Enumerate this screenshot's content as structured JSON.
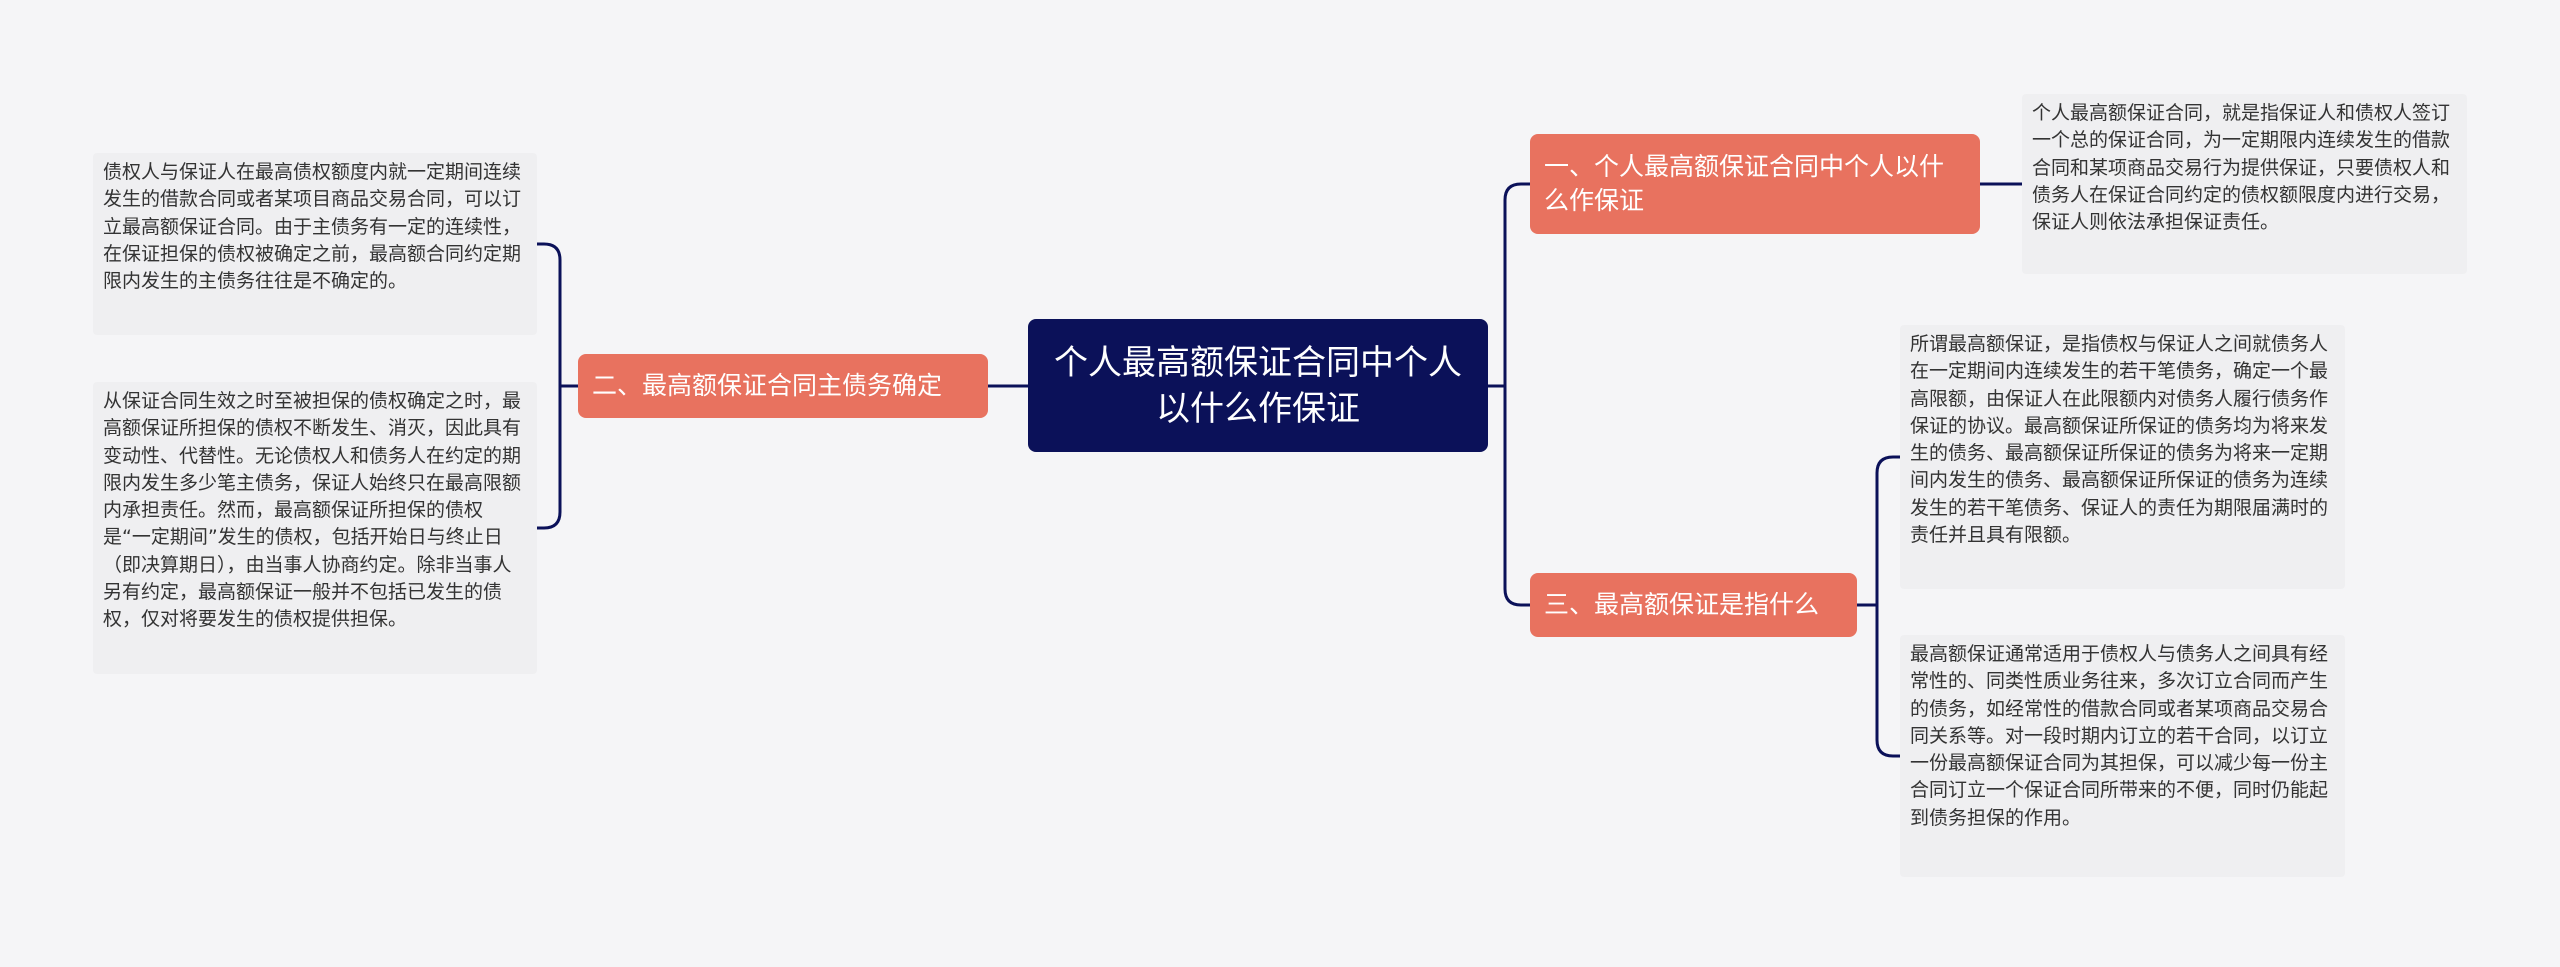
{
  "colors": {
    "background": "#f5f5f7",
    "central_node": "#0b1159",
    "branch_node": "#e8725f",
    "leaf_node": "#efeff1",
    "connector": "#0b1159"
  },
  "central": {
    "text": "个人最高额保证合同中个人以什么作保证"
  },
  "branches": [
    {
      "label": "一、个人最高额保证合同中个人以什么作保证",
      "leaves": [
        "个人最高额保证合同，就是指保证人和债权人签订一个总的保证合同，为一定期限内连续发生的借款合同和某项商品交易行为提供保证，只要债权人和债务人在保证合同约定的债权额限度内进行交易，保证人则依法承担保证责任。"
      ]
    },
    {
      "label": "二、最高额保证合同主债务确定",
      "leaves": [
        "债权人与保证人在最高债权额度内就一定期间连续发生的借款合同或者某项目商品交易合同，可以订立最高额保证合同。由于主债务有一定的连续性，在保证担保的债权被确定之前，最高额合同约定期限内发生的主债务往往是不确定的。",
        "从保证合同生效之时至被担保的债权确定之时，最高额保证所担保的债权不断发生、消灭，因此具有变动性、代替性。无论债权人和债务人在约定的期限内发生多少笔主债务，保证人始终只在最高限额内承担责任。然而，最高额保证所担保的债权是“一定期间”发生的债权，包括开始日与终止日（即决算期日），由当事人协商约定。除非当事人另有约定，最高额保证一般并不包括已发生的债权，仅对将要发生的债权提供担保。"
      ]
    },
    {
      "label": "三、最高额保证是指什么",
      "leaves": [
        "所谓最高额保证，是指债权与保证人之间就债务人在一定期间内连续发生的若干笔债务，确定一个最高限额，由保证人在此限额内对债务人履行债务作保证的协议。最高额保证所保证的债务均为将来发生的债务、最高额保证所保证的债务为将来一定期间内发生的债务、最高额保证所保证的债务为连续发生的若干笔债务、保证人的责任为期限届满时的责任并且具有限额。",
        "最高额保证通常适用于债权人与债务人之间具有经常性的、同类性质业务往来，多次订立合同而产生的债务，如经常性的借款合同或者某项商品交易合同关系等。对一段时期内订立的若干合同，以订立一份最高额保证合同为其担保，可以减少每一份主合同订立一个保证合同所带来的不便，同时仍能起到债务担保的作用。"
      ]
    }
  ]
}
